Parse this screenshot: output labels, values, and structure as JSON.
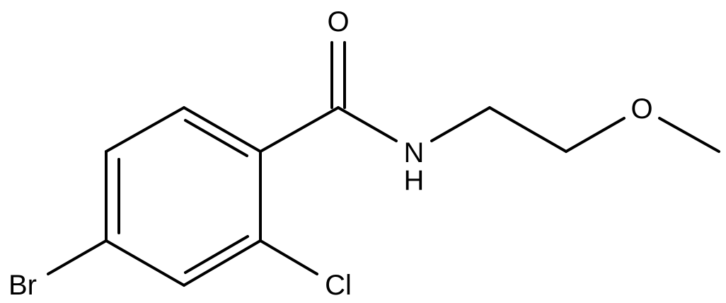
{
  "molecule": {
    "atoms": {
      "oxygen_carbonyl": "O",
      "nitrogen": "N",
      "hydrogen": "H",
      "oxygen_ether": "O",
      "bromine": "Br",
      "chlorine": "Cl"
    }
  }
}
